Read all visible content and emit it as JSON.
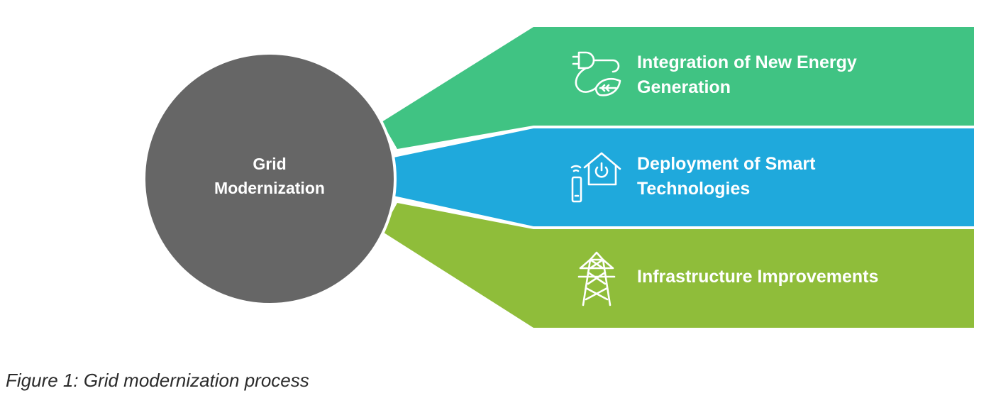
{
  "diagram": {
    "center": {
      "line1": "Grid",
      "line2": "Modernization",
      "color": "#666666"
    },
    "branches": [
      {
        "line1": "Integration of New Energy",
        "line2": "Generation",
        "color": "#40c383",
        "icon": "plug-leaf-icon"
      },
      {
        "line1": "Deployment of Smart",
        "line2": "Technologies",
        "color": "#1fa9dc",
        "icon": "smart-home-icon"
      },
      {
        "line1": "Infrastructure Improvements",
        "line2": "",
        "color": "#8fbd3a",
        "icon": "power-tower-icon"
      }
    ]
  },
  "caption": "Figure 1: Grid modernization process"
}
